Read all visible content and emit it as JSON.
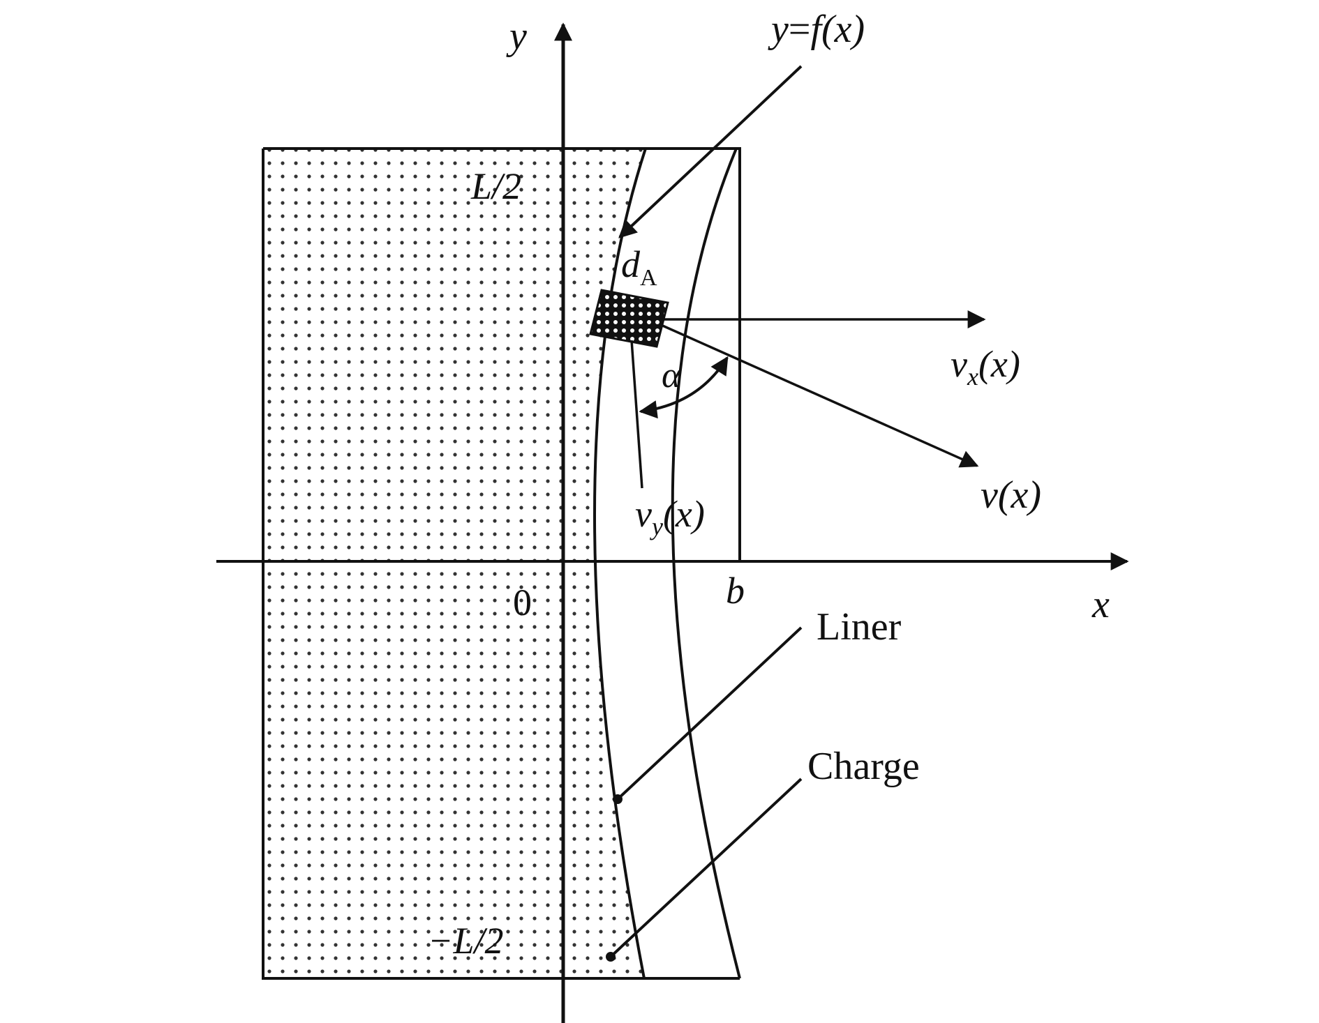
{
  "labels": {
    "y_axis": "y",
    "x_axis": "x",
    "curve_y": "y",
    "curve_eq": "=",
    "curve_f": "f",
    "curve_x": "(x)",
    "half_length": "L/2",
    "neg_half_length": "−L/2",
    "origin": "0",
    "b": "b",
    "d": "d",
    "d_sub": "A",
    "vx": "v",
    "vx_sub": "x",
    "vx_arg": "(x)",
    "v": "v(x)",
    "vy": "v",
    "vy_sub": "y",
    "vy_arg": "(x)",
    "alpha": "α",
    "liner": "Liner",
    "charge": "Charge"
  },
  "colors": {
    "ink": "#111111",
    "dot": "#333333",
    "background": "#ffffff"
  }
}
